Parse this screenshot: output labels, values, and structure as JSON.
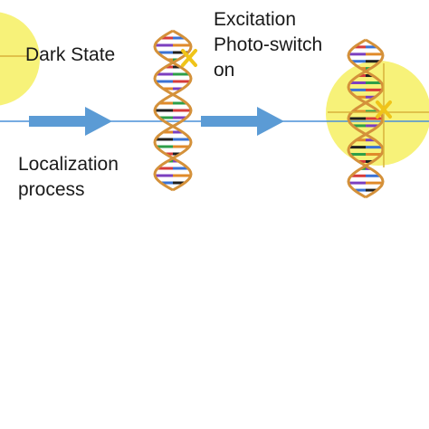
{
  "labels": {
    "dark_state": "Dark State",
    "excitation": [
      "Excitation",
      "Photo-switch",
      "on"
    ],
    "localization": [
      "Localization",
      "process"
    ]
  },
  "colors": {
    "axis_line": "#4a90d9",
    "arrow": "#5b9bd5",
    "glow": "#f7f279",
    "crosshair": "#d9b23a",
    "marker": "#f0c419",
    "backbone": "#d4913a",
    "base_pairs": [
      "#2e9e48",
      "#d63b3b",
      "#7b3fbf",
      "#3a72d4",
      "#e08a2a",
      "#1f1f1f"
    ]
  },
  "icons": {
    "fluorophore_marker": "x-marker-icon",
    "flow_arrow": "right-arrow-icon"
  }
}
